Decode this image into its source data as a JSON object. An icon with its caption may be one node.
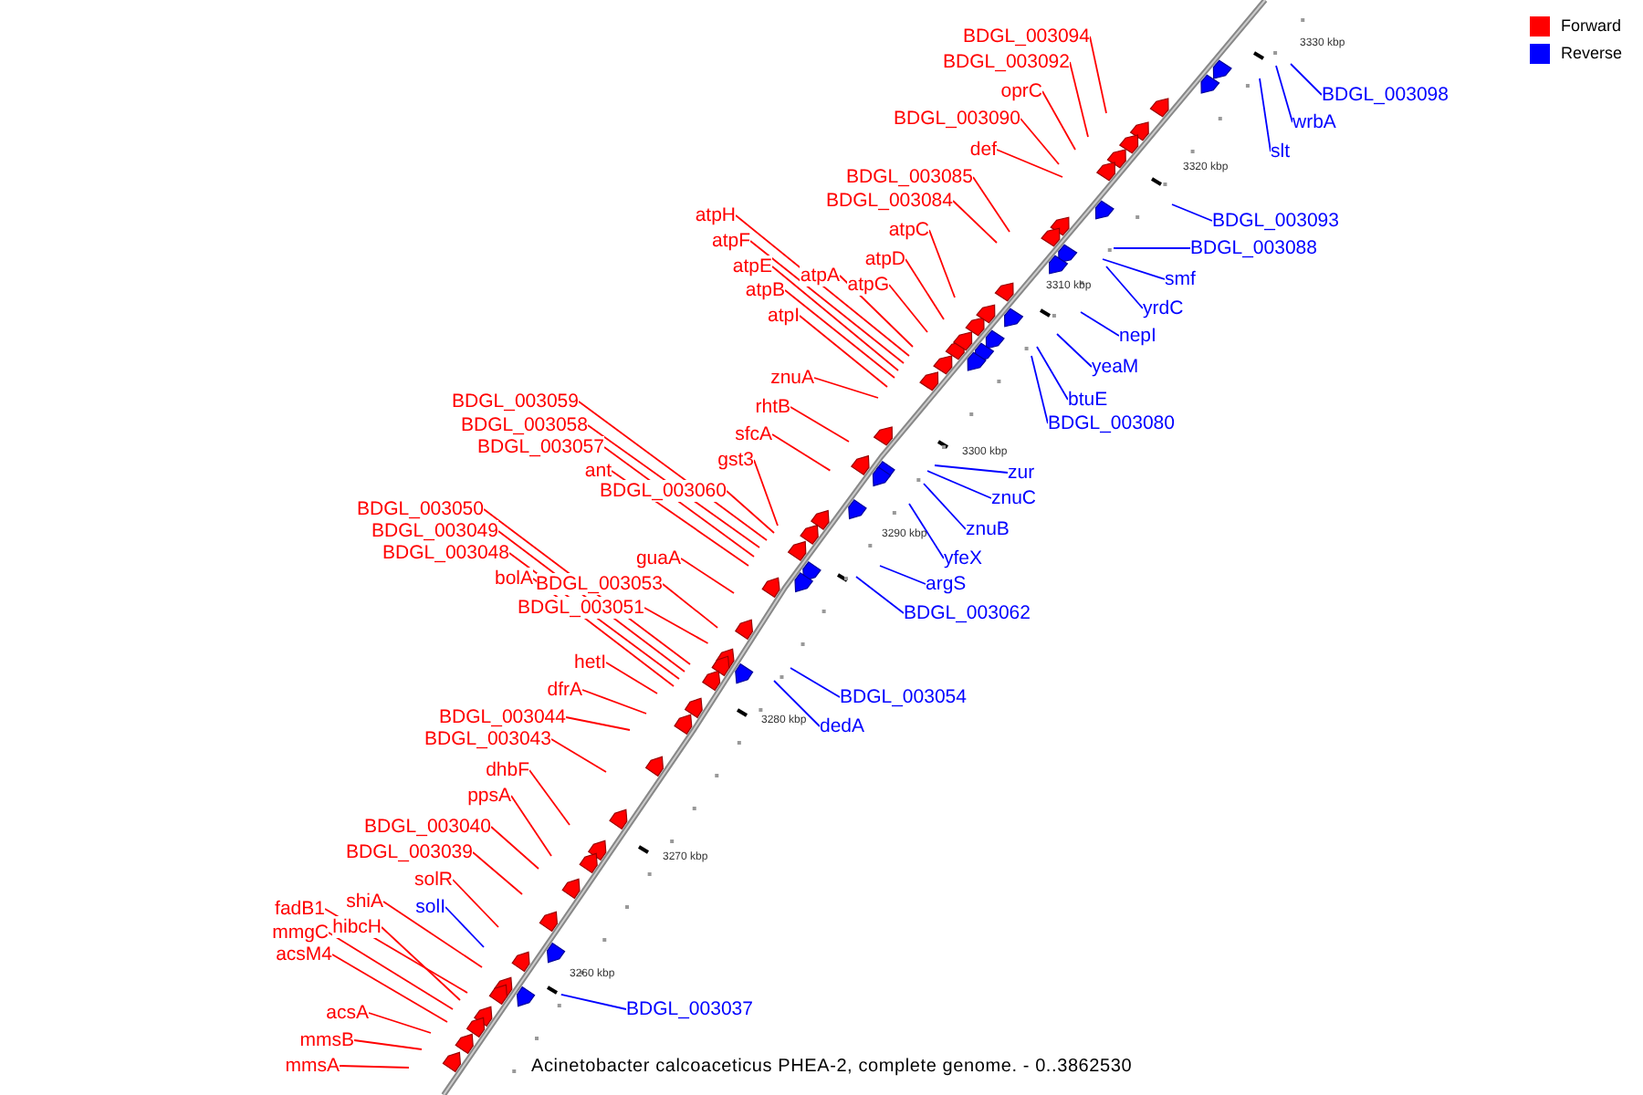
{
  "diagram": {
    "caption": "Acinetobacter calcoaceticus PHEA-2, complete genome. - 0..3862530",
    "nodes": [
      {
        "text": [
          "BDGL_003094"
        ]
      },
      {
        "text": [
          "BDGL_003092"
        ]
      },
      {
        "text": [
          "oprC"
        ]
      },
      {
        "text": [
          "BDGL_003090"
        ]
      },
      {
        "text": [
          "def"
        ]
      },
      {
        "text": [
          "BDGL_003085"
        ]
      },
      {
        "text": [
          "BDGL_003084"
        ]
      },
      {
        "text": [
          "atpH"
        ]
      },
      {
        "text": [
          "atpF"
        ]
      },
      {
        "text": [
          "atpE"
        ]
      },
      {
        "text": [
          "atpB"
        ]
      },
      {
        "text": [
          "atpI"
        ]
      },
      {
        "text": [
          "atpA"
        ]
      },
      {
        "text": [
          "atpG"
        ]
      },
      {
        "text": [
          "atpD"
        ]
      },
      {
        "text": [
          "atpC"
        ]
      },
      {
        "text": [
          "znuA"
        ]
      },
      {
        "text": [
          "rhtB"
        ]
      },
      {
        "text": [
          "sfcA"
        ]
      },
      {
        "text": [
          "gst3"
        ]
      },
      {
        "text": [
          "BDGL_003059"
        ]
      },
      {
        "text": [
          "BDGL_003058"
        ]
      },
      {
        "text": [
          "BDGL_003057"
        ]
      },
      {
        "text": [
          "ant"
        ]
      },
      {
        "text": [
          "BDGL_003060"
        ]
      },
      {
        "text": [
          "BDGL_003050"
        ]
      },
      {
        "text": [
          "BDGL_003049"
        ]
      },
      {
        "text": [
          "BDGL_003048"
        ]
      },
      {
        "text": [
          "bolA"
        ]
      },
      {
        "text": [
          "BDGL_003053"
        ]
      },
      {
        "text": [
          "BDGL_003051"
        ]
      },
      {
        "text": [
          "guaA"
        ]
      },
      {
        "text": [
          "hetI"
        ]
      },
      {
        "text": [
          "dfrA"
        ]
      },
      {
        "text": [
          "BDGL_003044"
        ]
      },
      {
        "text": [
          "BDGL_003043"
        ]
      },
      {
        "text": [
          "dhbF"
        ]
      },
      {
        "text": [
          "ppsA"
        ]
      },
      {
        "text": [
          "BDGL_003040"
        ]
      },
      {
        "text": [
          "BDGL_003039"
        ]
      },
      {
        "text": [
          "solR"
        ]
      },
      {
        "text": [
          "shiA"
        ]
      },
      {
        "text": [
          "fadB1"
        ]
      },
      {
        "text": [
          "hibcH"
        ]
      },
      {
        "text": [
          "mmgC"
        ]
      },
      {
        "text": [
          "acsM4"
        ]
      },
      {
        "text": [
          "acsA"
        ]
      },
      {
        "text": [
          "mmsB"
        ]
      },
      {
        "text": [
          "mmsA"
        ]
      },
      {
        "text": [
          "BDGL_003098"
        ]
      },
      {
        "text": [
          "wrbA"
        ]
      },
      {
        "text": [
          "slt"
        ]
      },
      {
        "text": [
          "BDGL_003093"
        ]
      },
      {
        "text": [
          "BDGL_003088"
        ]
      },
      {
        "text": [
          "smf"
        ]
      },
      {
        "text": [
          "yrdC"
        ]
      },
      {
        "text": [
          "nepI"
        ]
      },
      {
        "text": [
          "yeaM"
        ]
      },
      {
        "text": [
          "btuE"
        ]
      },
      {
        "text": [
          "BDGL_003080"
        ]
      },
      {
        "text": [
          "zur"
        ]
      },
      {
        "text": [
          "znuC"
        ]
      },
      {
        "text": [
          "znuB"
        ]
      },
      {
        "text": [
          "yfeX"
        ]
      },
      {
        "text": [
          "argS"
        ]
      },
      {
        "text": [
          "BDGL_003062"
        ]
      },
      {
        "text": [
          "BDGL_003054"
        ]
      },
      {
        "text": [
          "dedA"
        ]
      },
      {
        "text": [
          "solI"
        ]
      },
      {
        "text": [
          "BDGL_003037"
        ]
      }
    ],
    "edges": [
      {
        "from": 0,
        "to": null,
        "arrow": "none"
      },
      {
        "from": 1,
        "to": null,
        "arrow": "none"
      },
      {
        "from": 2,
        "to": null,
        "arrow": "none"
      },
      {
        "from": 3,
        "to": null,
        "arrow": "none"
      },
      {
        "from": 4,
        "to": null,
        "arrow": "none"
      },
      {
        "from": 5,
        "to": null,
        "arrow": "none"
      },
      {
        "from": 6,
        "to": null,
        "arrow": "none"
      },
      {
        "from": 7,
        "to": null,
        "arrow": "none"
      },
      {
        "from": 8,
        "to": null,
        "arrow": "none"
      },
      {
        "from": 9,
        "to": null,
        "arrow": "none"
      },
      {
        "from": 10,
        "to": null,
        "arrow": "none"
      },
      {
        "from": 11,
        "to": null,
        "arrow": "none"
      },
      {
        "from": 12,
        "to": null,
        "arrow": "none"
      },
      {
        "from": 13,
        "to": null,
        "arrow": "none"
      },
      {
        "from": 14,
        "to": null,
        "arrow": "none"
      },
      {
        "from": 15,
        "to": null,
        "arrow": "none"
      },
      {
        "from": 16,
        "to": null,
        "arrow": "none"
      },
      {
        "from": 17,
        "to": null,
        "arrow": "none"
      },
      {
        "from": 18,
        "to": null,
        "arrow": "none"
      },
      {
        "from": 19,
        "to": null,
        "arrow": "none"
      },
      {
        "from": 20,
        "to": null,
        "arrow": "none"
      },
      {
        "from": 21,
        "to": null,
        "arrow": "none"
      },
      {
        "from": 22,
        "to": null,
        "arrow": "none"
      },
      {
        "from": 23,
        "to": null,
        "arrow": "none"
      },
      {
        "from": 24,
        "to": null,
        "arrow": "none"
      },
      {
        "from": 25,
        "to": null,
        "arrow": "none"
      },
      {
        "from": 26,
        "to": null,
        "arrow": "none"
      },
      {
        "from": 27,
        "to": null,
        "arrow": "none"
      },
      {
        "from": 28,
        "to": null,
        "arrow": "none"
      },
      {
        "from": 29,
        "to": null,
        "arrow": "none"
      },
      {
        "from": 30,
        "to": null,
        "arrow": "none"
      },
      {
        "from": 31,
        "to": null,
        "arrow": "none"
      },
      {
        "from": 32,
        "to": null,
        "arrow": "none"
      },
      {
        "from": 33,
        "to": null,
        "arrow": "none"
      },
      {
        "from": 34,
        "to": null,
        "arrow": "none"
      },
      {
        "from": 35,
        "to": null,
        "arrow": "none"
      },
      {
        "from": 36,
        "to": null,
        "arrow": "none"
      },
      {
        "from": 37,
        "to": null,
        "arrow": "none"
      },
      {
        "from": 38,
        "to": null,
        "arrow": "none"
      },
      {
        "from": 39,
        "to": null,
        "arrow": "none"
      },
      {
        "from": 40,
        "to": null,
        "arrow": "none"
      },
      {
        "from": 41,
        "to": null,
        "arrow": "none"
      },
      {
        "from": 42,
        "to": null,
        "arrow": "none"
      },
      {
        "from": 43,
        "to": null,
        "arrow": "none"
      },
      {
        "from": 44,
        "to": null,
        "arrow": "none"
      },
      {
        "from": 45,
        "to": null,
        "arrow": "none"
      },
      {
        "from": 46,
        "to": null,
        "arrow": "none"
      },
      {
        "from": 47,
        "to": null,
        "arrow": "none"
      },
      {
        "from": 48,
        "to": null,
        "arrow": "none"
      },
      {
        "from": 49,
        "to": null,
        "arrow": "none",
        "color": "#0000ff"
      },
      {
        "from": 50,
        "to": null,
        "arrow": "none",
        "color": "#0000ff"
      },
      {
        "from": 51,
        "to": null,
        "arrow": "none",
        "color": "#0000ff"
      },
      {
        "from": 52,
        "to": null,
        "arrow": "none",
        "color": "#0000ff"
      },
      {
        "from": 53,
        "to": null,
        "arrow": "none",
        "color": "#0000ff"
      },
      {
        "from": 54,
        "to": null,
        "arrow": "none",
        "color": "#0000ff"
      },
      {
        "from": 55,
        "to": null,
        "arrow": "none",
        "color": "#0000ff"
      },
      {
        "from": 56,
        "to": null,
        "arrow": "none",
        "color": "#0000ff"
      },
      {
        "from": 57,
        "to": null,
        "arrow": "none",
        "color": "#0000ff"
      },
      {
        "from": 58,
        "to": null,
        "arrow": "none",
        "color": "#0000ff"
      },
      {
        "from": 59,
        "to": null,
        "arrow": "none",
        "color": "#0000ff"
      },
      {
        "from": 60,
        "to": null,
        "arrow": "none",
        "color": "#0000ff"
      },
      {
        "from": 61,
        "to": null,
        "arrow": "none",
        "color": "#0000ff"
      },
      {
        "from": 62,
        "to": null,
        "arrow": "none",
        "color": "#0000ff"
      },
      {
        "from": 63,
        "to": null,
        "arrow": "none",
        "color": "#0000ff"
      },
      {
        "from": 64,
        "to": null,
        "arrow": "none",
        "color": "#0000ff"
      },
      {
        "from": 65,
        "to": null,
        "arrow": "none",
        "color": "#0000ff"
      },
      {
        "from": 66,
        "to": null,
        "arrow": "none",
        "color": "#0000ff"
      },
      {
        "from": 67,
        "to": null,
        "arrow": "none",
        "color": "#0000ff"
      },
      {
        "from": 68,
        "to": null,
        "arrow": "none",
        "color": "#0000ff"
      },
      {
        "from": 69,
        "to": null,
        "arrow": "none",
        "color": "#0000ff"
      }
    ],
    "labels": [
      "3330 kbp",
      "3320 kbp",
      "3310 kbp",
      "3300 kbp",
      "3290 kbp",
      "3280 kbp",
      "3270 kbp",
      "3260 kbp"
    ],
    "legend": [
      {
        "text": "Forward",
        "color": "#ff0000"
      },
      {
        "text": "Reverse",
        "color": "#0000ff"
      }
    ]
  }
}
